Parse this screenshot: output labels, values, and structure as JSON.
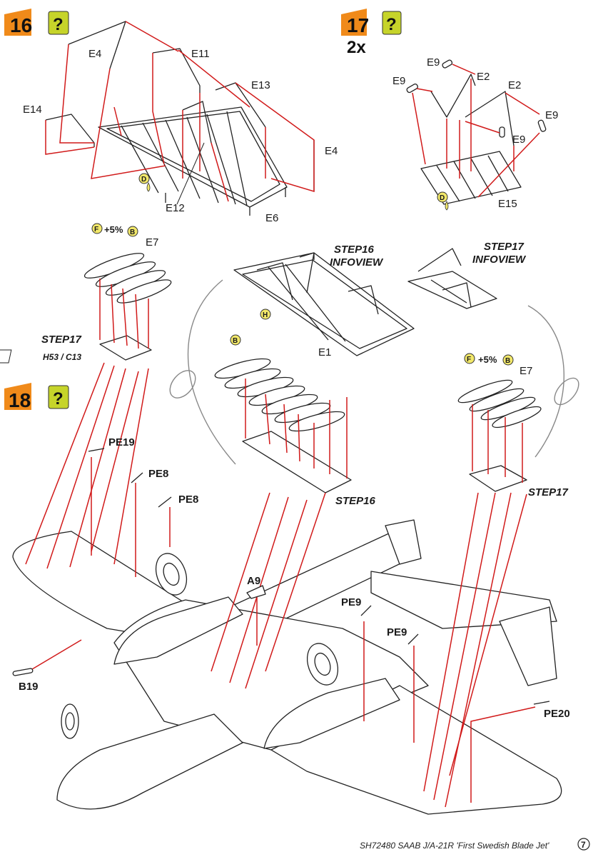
{
  "colors": {
    "accent_orange": "#f08a1a",
    "help_green": "#c6d42a",
    "arrow_red": "#d11a1a",
    "glue_yellow": "#f2e86a"
  },
  "steps": {
    "s16": {
      "number": "16",
      "help": "?"
    },
    "s17": {
      "number": "17",
      "help": "?",
      "multiplier": "2x"
    },
    "s18": {
      "number": "18",
      "help": "?"
    }
  },
  "labels": {
    "e4a": "E4",
    "e11": "E11",
    "e13": "E13",
    "e14": "E14",
    "e4b": "E4",
    "e12": "E12",
    "e6": "E6",
    "e9a": "E9",
    "e2a": "E2",
    "e9b": "E9",
    "e2b": "E2",
    "e9c": "E9",
    "e9d": "E9",
    "e15": "E15",
    "e7a": "E7",
    "e7b": "E7",
    "e1": "E1",
    "pe19": "PE19",
    "pe8a": "PE8",
    "pe8b": "PE8",
    "a9": "A9",
    "pe9a": "PE9",
    "pe9b": "PE9",
    "b19": "B19",
    "pe20": "PE20"
  },
  "paint": {
    "d": "D",
    "f": "F",
    "b": "B",
    "h": "H",
    "plus5": "+5%"
  },
  "info": {
    "step16_info": [
      "STEP16",
      "INFOVIEW"
    ],
    "step17_info": [
      "STEP17",
      "INFOVIEW"
    ],
    "step17_ref": "STEP17",
    "h53c13": "H53 / C13",
    "step16_ref": "STEP16",
    "step17_ref2": "STEP17"
  },
  "footer": {
    "text": "SH72480 SAAB J/A-21R 'First Swedish Blade Jet'",
    "page": "7"
  }
}
